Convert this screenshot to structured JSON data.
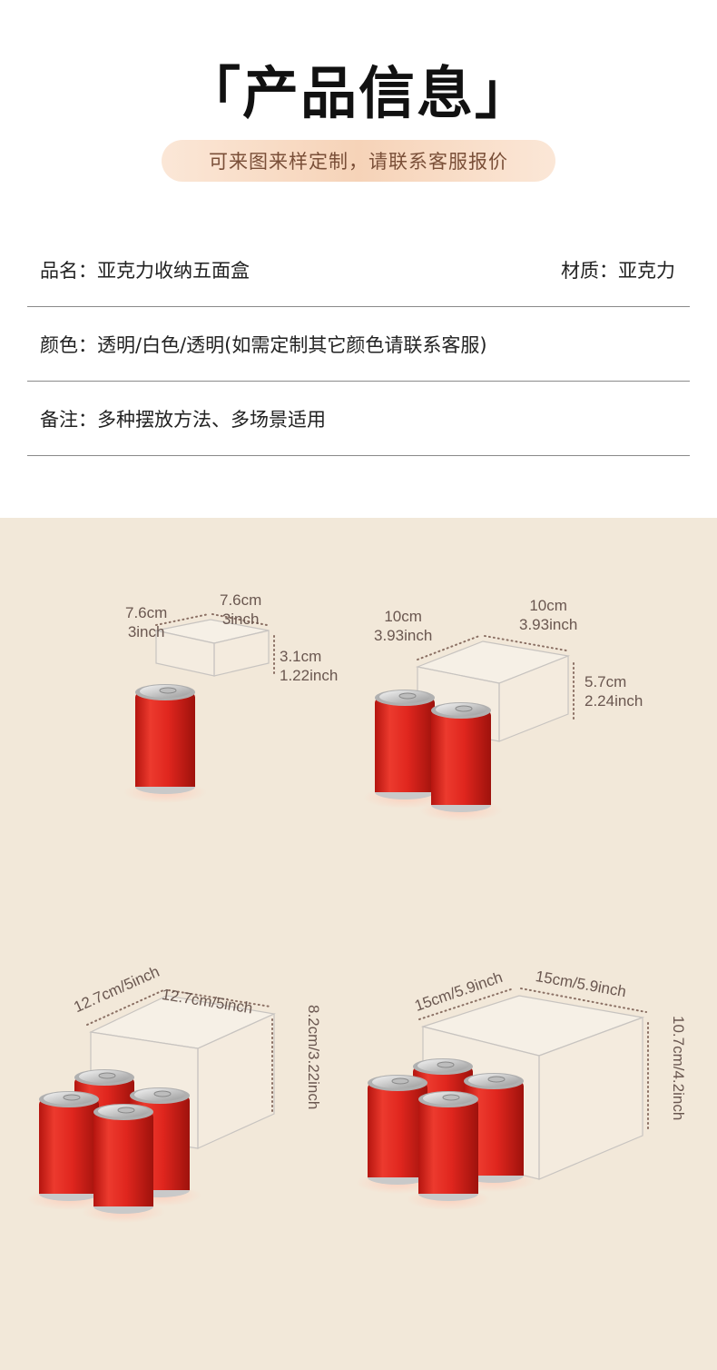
{
  "header": {
    "title": "「产品信息」",
    "subtitle": "可来图来样定制，请联系客服报价"
  },
  "info": {
    "name_label": "品名：亚克力收纳五面盒",
    "material_label": "材质：亚克力",
    "color_label": "颜色：透明/白色/透明(如需定制其它颜色请联系客服)",
    "note_label": "备注：多种摆放方法、多场景适用"
  },
  "showcase": {
    "background_color": "#f2e8d9",
    "can_color": "#e0261e",
    "boxes": [
      {
        "depth_cm": "7.6cm",
        "depth_in": "3inch",
        "width_cm": "7.6cm",
        "width_in": "3inch",
        "height_cm": "3.1cm",
        "height_in": "1.22inch",
        "cans": 1
      },
      {
        "depth_cm": "10cm",
        "depth_in": "3.93inch",
        "width_cm": "10cm",
        "width_in": "3.93inch",
        "height_cm": "5.7cm",
        "height_in": "2.24inch",
        "cans": 2
      },
      {
        "depth": "12.7cm/5inch",
        "width": "12.7cm/5inch",
        "height": "8.2cm/3.22inch",
        "cans": 4
      },
      {
        "depth": "15cm/5.9inch",
        "width": "15cm/5.9inch",
        "height": "10.7cm/4.2inch",
        "cans": 4
      }
    ]
  }
}
